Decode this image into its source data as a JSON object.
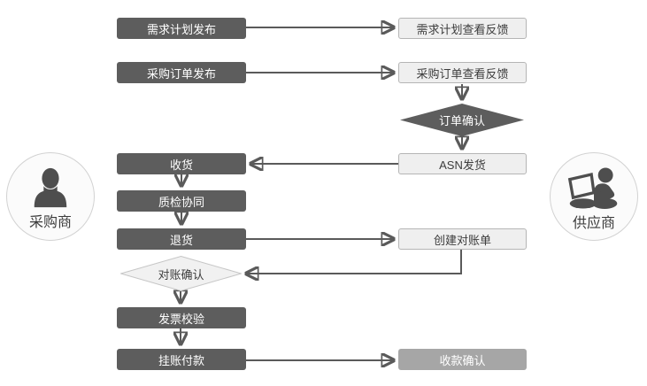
{
  "palette": {
    "dark_node": "#5d5d5d",
    "light_node_bg": "#efefef",
    "light_node_border": "#b5b5b5",
    "medium_node": "#a6a6a6",
    "light_diamond_bg": "#f1f1f1",
    "light_diamond_border": "#c6c6c6",
    "connector": "#5a5a5a",
    "text_dark": "#3c3c3c",
    "text_light": "#ffffff",
    "circle_bg": "#fbfbfb",
    "circle_border": "#d2d2d2",
    "icon": "#4e4e4e"
  },
  "actors": {
    "buyer": {
      "label": "采购商",
      "icon": "person-bust-icon"
    },
    "supplier": {
      "label": "供应商",
      "icon": "person-laptop-icon"
    }
  },
  "nodes": {
    "demand_plan_release": {
      "label": "需求计划发布",
      "shape": "rect",
      "style": "dark"
    },
    "demand_plan_feedback": {
      "label": "需求计划查看反馈",
      "shape": "rect",
      "style": "light"
    },
    "po_release": {
      "label": "采购订单发布",
      "shape": "rect",
      "style": "dark"
    },
    "po_feedback": {
      "label": "采购订单查看反馈",
      "shape": "rect",
      "style": "light"
    },
    "order_confirm": {
      "label": "订单确认",
      "shape": "diamond",
      "style": "dark"
    },
    "asn_ship": {
      "label": "ASN发货",
      "shape": "rect",
      "style": "light"
    },
    "receive": {
      "label": "收货",
      "shape": "rect",
      "style": "dark"
    },
    "quality_collab": {
      "label": "质检协同",
      "shape": "rect",
      "style": "dark"
    },
    "return_goods": {
      "label": "退货",
      "shape": "rect",
      "style": "dark"
    },
    "create_statement": {
      "label": "创建对账单",
      "shape": "rect",
      "style": "light"
    },
    "statement_confirm": {
      "label": "对账确认",
      "shape": "diamond",
      "style": "light"
    },
    "invoice_verify": {
      "label": "发票校验",
      "shape": "rect",
      "style": "dark"
    },
    "pay_on_account": {
      "label": "挂账付款",
      "shape": "rect",
      "style": "dark"
    },
    "receipt_confirm": {
      "label": "收款确认",
      "shape": "rect",
      "style": "medium"
    }
  },
  "edges": [
    {
      "from": "demand_plan_release",
      "to": "demand_plan_feedback"
    },
    {
      "from": "po_release",
      "to": "po_feedback"
    },
    {
      "from": "po_feedback",
      "to": "order_confirm"
    },
    {
      "from": "order_confirm",
      "to": "asn_ship"
    },
    {
      "from": "asn_ship",
      "to": "receive"
    },
    {
      "from": "receive",
      "to": "quality_collab"
    },
    {
      "from": "quality_collab",
      "to": "return_goods"
    },
    {
      "from": "return_goods",
      "to": "create_statement"
    },
    {
      "from": "create_statement",
      "to": "statement_confirm"
    },
    {
      "from": "statement_confirm",
      "to": "invoice_verify"
    },
    {
      "from": "invoice_verify",
      "to": "pay_on_account"
    },
    {
      "from": "pay_on_account",
      "to": "receipt_confirm"
    }
  ]
}
